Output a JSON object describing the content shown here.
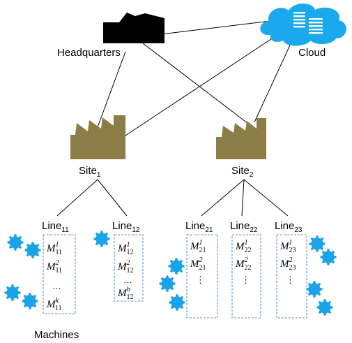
{
  "colors": {
    "factory": "#8c7d46",
    "cloud": "#19a9ec",
    "gear": "#1aa3e8",
    "box_border": "#5b8fc9",
    "line": "#000000"
  },
  "labels": {
    "headquarters": "Headquarters",
    "cloud": "Cloud",
    "site1": {
      "base": "Site",
      "sub": "1"
    },
    "site2": {
      "base": "Site",
      "sub": "2"
    },
    "machines": "Machines"
  },
  "icons": {
    "headquarters": "building-icon",
    "cloud": "cloud-server-icon",
    "site": "factory-icon",
    "machine": "gear-icon"
  },
  "lines": [
    {
      "id": "line11",
      "base": "Line",
      "sub": "11",
      "machines": [
        {
          "sub": "11",
          "sup": "1"
        },
        {
          "sub": "11",
          "sup": "2"
        },
        {
          "ellipsis": "…"
        },
        {
          "sub": "11",
          "sup": "k"
        }
      ]
    },
    {
      "id": "line12",
      "base": "Line",
      "sub": "12",
      "machines": [
        {
          "sub": "12",
          "sup": "1"
        },
        {
          "sub": "12",
          "sup": "2"
        },
        {
          "ellipsis": "…"
        },
        {
          "sub": "12",
          "sup": "h"
        }
      ]
    },
    {
      "id": "line21",
      "base": "Line",
      "sub": "21",
      "machines": [
        {
          "sub": "21",
          "sup": "1"
        },
        {
          "sub": "21",
          "sup": "2"
        },
        {
          "ellipsis": "⋮"
        }
      ]
    },
    {
      "id": "line22",
      "base": "Line",
      "sub": "22",
      "machines": [
        {
          "sub": "22",
          "sup": "1"
        },
        {
          "sub": "22",
          "sup": "2"
        },
        {
          "ellipsis": "⋮"
        }
      ]
    },
    {
      "id": "line23",
      "base": "Line",
      "sub": "23",
      "machines": [
        {
          "sub": "23",
          "sup": "1"
        },
        {
          "sub": "23",
          "sup": "2"
        },
        {
          "ellipsis": "⋮"
        }
      ]
    }
  ],
  "machine_symbol": "M"
}
